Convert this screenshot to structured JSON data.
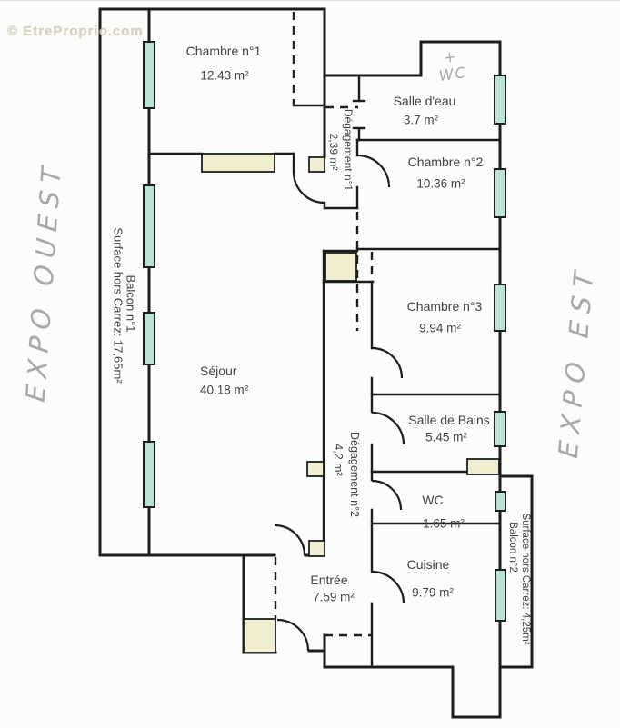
{
  "watermark": "© EtreProprio.com",
  "rooms": {
    "chambre1": {
      "name": "Chambre n°1",
      "area": "12.43 m²"
    },
    "salle_eau": {
      "name": "Salle d'eau",
      "area": "3.7 m²"
    },
    "chambre2": {
      "name": "Chambre n°2",
      "area": "10.36 m²"
    },
    "chambre3": {
      "name": "Chambre n°3",
      "area": "9.94 m²"
    },
    "sejour": {
      "name": "Séjour",
      "area": "40.18 m²"
    },
    "salle_de_bains": {
      "name": "Salle de Bains",
      "area": "5.45 m²"
    },
    "wc": {
      "name": "WC",
      "area": "1.65 m²"
    },
    "cuisine": {
      "name": "Cuisine",
      "area": "9.79 m²"
    },
    "entree": {
      "name": "Entrée",
      "area": "7.59 m²"
    },
    "degagement1": {
      "name": "Dégagement n°1",
      "area": "2,39 m²"
    },
    "degagement2": {
      "name": "Dégagement n°2",
      "area": "4,2 m²"
    }
  },
  "balconies": {
    "balcon1": {
      "surface": "Surface hors Carrez: 17,65m²",
      "label": "Balcon n°1"
    },
    "balcon2": {
      "surface": "Surface hors Carrez: 4,25m²",
      "label": "Balcon n°2"
    }
  },
  "annotations": {
    "expo_west": "EXPO OUEST",
    "expo_east": "EXPO EST",
    "wc_plus": "+",
    "wc_script": "WC"
  },
  "colors": {
    "wall": "#1d1d1d",
    "window": "#b8e3d6",
    "closet": "#f1efd0",
    "ink": "#3f4347",
    "pencil": "#929292"
  }
}
